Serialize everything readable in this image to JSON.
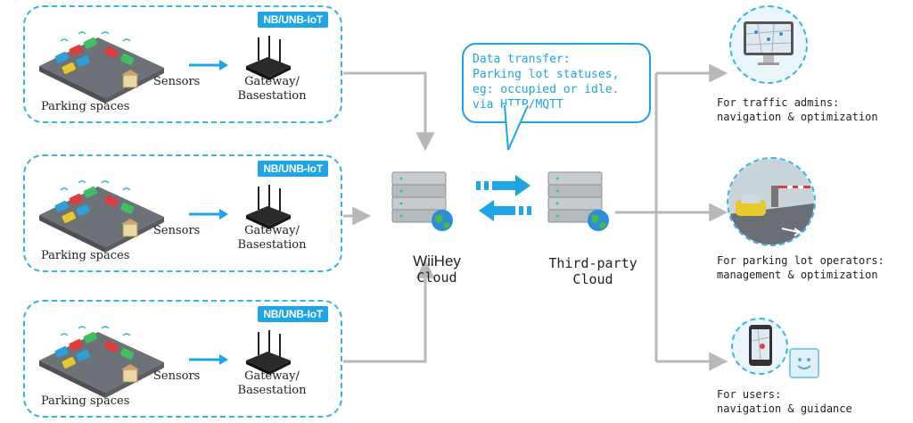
{
  "groups": [
    {
      "tag": "NB/UNB-IoT",
      "sensors": "Sensors",
      "gateway_line1": "Gateway/",
      "gateway_line2": "Basestation",
      "parking": "Parking spaces"
    },
    {
      "tag": "NB/UNB-IoT",
      "sensors": "Sensors",
      "gateway_line1": "Gateway/",
      "gateway_line2": "Basestation",
      "parking": "Parking spaces"
    },
    {
      "tag": "NB/UNB-IoT",
      "sensors": "Sensors",
      "gateway_line1": "Gateway/",
      "gateway_line2": "Basestation",
      "parking": "Parking spaces"
    }
  ],
  "bubble": {
    "text": "Data transfer:\nParking lot statuses,\neg: occupied or idle.\nvia HTTP/MQTT"
  },
  "wiihey": {
    "line1": "WiiHey",
    "line2": "Cloud"
  },
  "third_party": {
    "line1": "Third-party",
    "line2": "Cloud"
  },
  "outputs": [
    {
      "line1": "For traffic admins:",
      "line2": "navigation & optimization"
    },
    {
      "line1": "For parking lot operators:",
      "line2": "management & optimization"
    },
    {
      "line1": "For users:",
      "line2": "navigation & guidance"
    }
  ],
  "colors": {
    "accent": "#1ea5e6",
    "line": "#b8b8b8",
    "dashed": "#33b5e5"
  }
}
